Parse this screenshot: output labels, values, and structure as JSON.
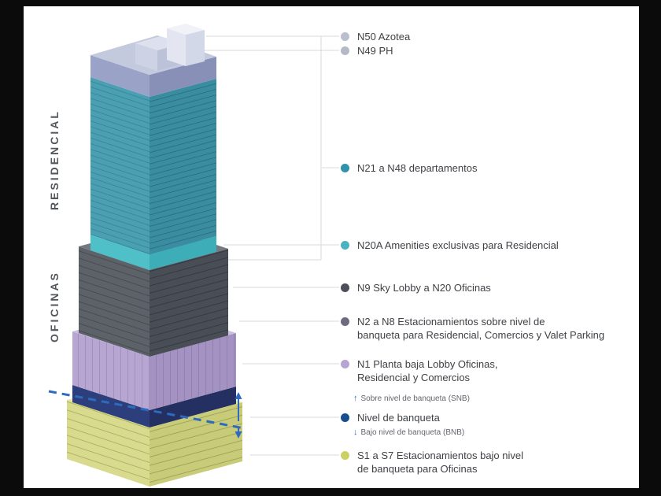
{
  "side_labels": {
    "residencial": "RESIDENCIAL",
    "oficinas": "OFICINAS"
  },
  "legend": {
    "items": [
      {
        "id": "n50",
        "dot_color": "#b9bfce",
        "lines": [
          "N50 Azotea"
        ]
      },
      {
        "id": "n49",
        "dot_color": "#b3bac6",
        "lines": [
          "N49 PH"
        ]
      },
      {
        "id": "n21_n48",
        "dot_color": "#3193a9",
        "lines": [
          "N21 a N48 departamentos"
        ]
      },
      {
        "id": "n20a",
        "dot_color": "#4ab3bf",
        "lines": [
          "N20A Amenities exclusivas para Residencial"
        ]
      },
      {
        "id": "n9_n20",
        "dot_color": "#4b505a",
        "lines": [
          "N9 Sky Lobby a N20 Oficinas"
        ]
      },
      {
        "id": "n2_n8",
        "dot_color": "#6e6a80",
        "lines": [
          "N2 a N8 Estacionamientos sobre nivel de",
          "banqueta para Residencial, Comercios y Valet Parking"
        ]
      },
      {
        "id": "n1",
        "dot_color": "#b6a4d3",
        "lines": [
          "N1 Planta baja Lobby Oficinas,",
          "Residencial y Comercios"
        ]
      },
      {
        "id": "banqueta",
        "dot_color": "#164e8e",
        "lines": [
          "Nivel de banqueta"
        ]
      },
      {
        "id": "s1_s7",
        "dot_color": "#ccd166",
        "lines": [
          "S1 a S7 Estacionamientos bajo nivel",
          "de banqueta para Oficinas"
        ]
      }
    ],
    "snb": {
      "arrow": "↑",
      "text": "Sobre nivel de banqueta (SNB)"
    },
    "bnb": {
      "arrow": "↓",
      "text": "Bajo nivel de banqueta (BNB)"
    }
  },
  "palette": {
    "frame-bg": "#0b0b0b",
    "content-bg": "#ffffff",
    "text-dark": "#3e4145",
    "text-muted": "#62666c",
    "label-color": "#54575c",
    "leader": "#dadada",
    "dash-blue": "#2e6bbf",
    "arrow-blue": "#2e6bbf",
    "teal-left": "#4aa0b2",
    "teal-right": "#3a8da0",
    "teal-accent-left": "#4fc0c8",
    "teal-accent-right": "#3dadb8",
    "gray-left": "#5d6269",
    "gray-right": "#494e56",
    "gray-top": "#757a82",
    "purple-left": "#b7a6d2",
    "purple-right": "#a492c2",
    "purple-top": "#cabfdd",
    "blue-left": "#2c3e7b",
    "blue-right": "#242f62",
    "yellow-left": "#d8db8e",
    "yellow-right": "#c8cc79",
    "yellow-top": "#e7e9ae",
    "peri-left": "#9aa2c8",
    "peri-right": "#8890b8",
    "peri-top": "#c4cade",
    "crowna-left": "#cdd2e4",
    "crowna-right": "#bcc2d8",
    "crowna-top": "#dde1ee",
    "crownb-left": "#e3e6f1",
    "crownb-right": "#d3d8e8",
    "crownb-top": "#f0f2f8"
  }
}
